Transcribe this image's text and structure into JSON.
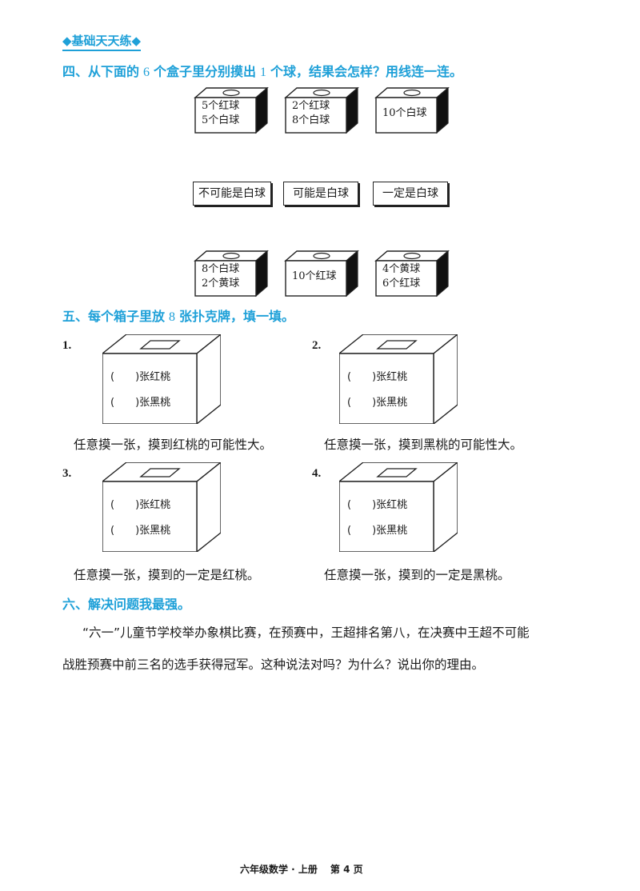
{
  "section_tag": "◆基础天天练◆",
  "q4": {
    "prefix": "四、从下面的",
    "num1": "6",
    "mid": "个盒子里分别摸出",
    "num2": "1",
    "suffix": "个球，结果会怎样？用线连一连。",
    "top_boxes": [
      {
        "line1": "5个红球",
        "line2": "5个白球"
      },
      {
        "line1": "2个红球",
        "line2": "8个白球"
      },
      {
        "line1": "10个白球",
        "line2": ""
      }
    ],
    "labels": [
      "不可能是白球",
      "可能是白球",
      "一定是白球"
    ],
    "bottom_boxes": [
      {
        "line1": "8个白球",
        "line2": "2个黄球"
      },
      {
        "line1": "10个红球",
        "line2": ""
      },
      {
        "line1": "4个黄球",
        "line2": "6个红球"
      }
    ]
  },
  "q5": {
    "prefix": "五、每个箱子里放",
    "num": "8",
    "suffix": "张扑克牌，填一填。",
    "items": [
      {
        "number": "1.",
        "red": "(　　)张红桃",
        "black": "(　　)张黑桃",
        "caption": "任意摸一张，摸到红桃的可能性大。"
      },
      {
        "number": "2.",
        "red": "(　　)张红桃",
        "black": "(　　)张黑桃",
        "caption": "任意摸一张，摸到黑桃的可能性大。"
      },
      {
        "number": "3.",
        "red": "(　　)张红桃",
        "black": "(　　)张黑桃",
        "caption": "任意摸一张，摸到的一定是红桃。"
      },
      {
        "number": "4.",
        "red": "(　　)张红桃",
        "black": "(　　)张黑桃",
        "caption": "任意摸一张，摸到的一定是黑桃。"
      }
    ]
  },
  "q6": {
    "title": "六、解决问题我最强。",
    "line1": "“六一”儿童节学校举办象棋比赛，在预赛中，王超排名第八，在决赛中王超不可能",
    "line2": "战胜预赛中前三名的选手获得冠军。这种说法对吗？为什么？说出你的理由。"
  },
  "footer": {
    "book": "六年级数学 · 上册",
    "page": "第 4 页"
  },
  "colors": {
    "accent": "#1ea0d8",
    "ink": "#1a1a1a"
  }
}
